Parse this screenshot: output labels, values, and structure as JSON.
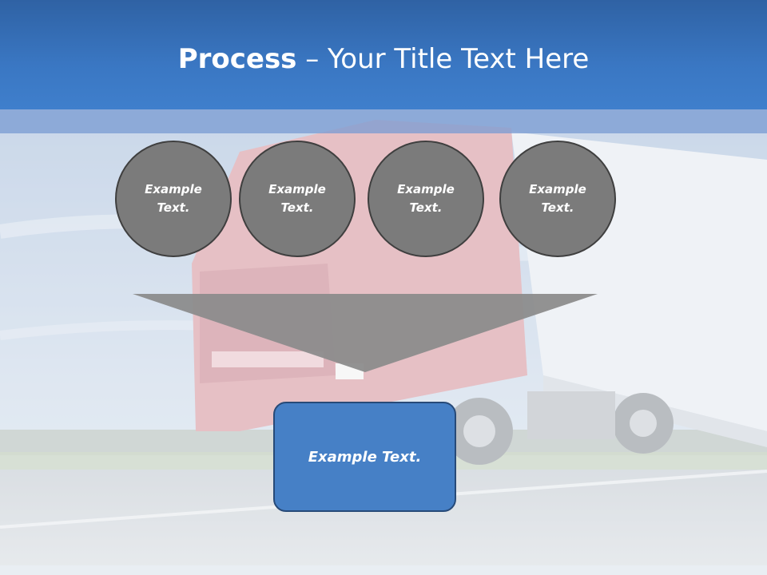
{
  "title": {
    "bold": "Process",
    "rest": " – Your Title Text Here"
  },
  "circles": [
    {
      "label": "Example Text."
    },
    {
      "label": "Example Text."
    },
    {
      "label": "Example Text."
    },
    {
      "label": "Example Text."
    }
  ],
  "result": {
    "label": "Example Text."
  },
  "colors": {
    "title_bar": "#3a77c3",
    "circle_fill": "#7b7b7b",
    "funnel_fill": "#8c8c8c",
    "result_fill": "#4680c6"
  }
}
